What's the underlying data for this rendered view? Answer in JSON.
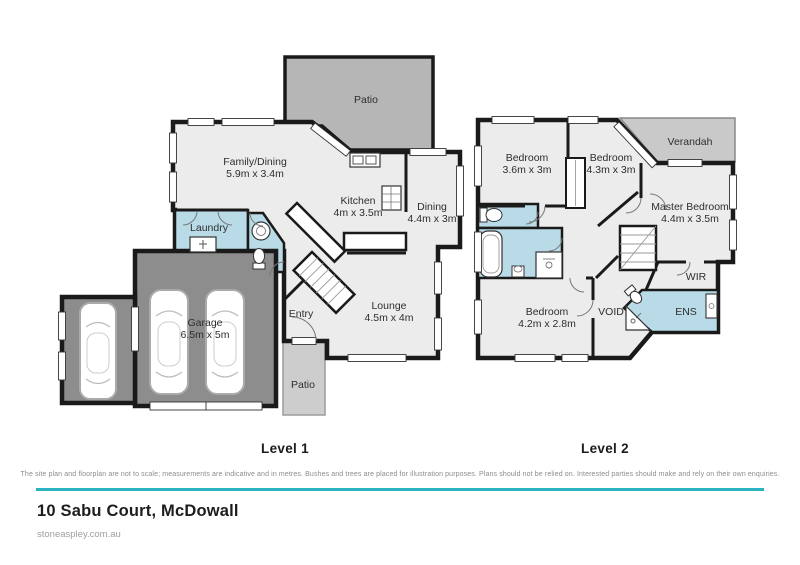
{
  "colors": {
    "walls": "#1a1a1a",
    "floor": "#ececec",
    "wet": "#b9dbe7",
    "garage": "#8d8d8d",
    "patio_top": "#b6b6b6",
    "patio_bottom": "#cdcdcd",
    "verandah": "#c9c9c9",
    "accent": "#2bb3c0"
  },
  "level1": {
    "title": "Level 1",
    "rooms": [
      {
        "name": "Patio",
        "dims": ""
      },
      {
        "name": "Family/Dining",
        "dims": "5.9m x 3.4m"
      },
      {
        "name": "Kitchen",
        "dims": "4m x 3.5m"
      },
      {
        "name": "Dining",
        "dims": "4.4m x 3m"
      },
      {
        "name": "Laundry",
        "dims": ""
      },
      {
        "name": "Garage",
        "dims": "6.5m x 5m"
      },
      {
        "name": "Entry",
        "dims": ""
      },
      {
        "name": "Lounge",
        "dims": "4.5m x 4m"
      },
      {
        "name": "Patio",
        "dims": ""
      }
    ]
  },
  "level2": {
    "title": "Level 2",
    "rooms": [
      {
        "name": "Bedroom",
        "dims": "3.6m x 3m"
      },
      {
        "name": "Bedroom",
        "dims": "4.3m x 3m"
      },
      {
        "name": "Verandah",
        "dims": ""
      },
      {
        "name": "Master Bedroom",
        "dims": "4.4m x 3.5m"
      },
      {
        "name": "Bedroom",
        "dims": "4.2m x 2.8m"
      },
      {
        "name": "VOID",
        "dims": ""
      },
      {
        "name": "WIR",
        "dims": ""
      },
      {
        "name": "ENS",
        "dims": ""
      }
    ]
  },
  "footer": {
    "disclaimer": "The site plan and floorplan are not to scale; measurements are indicative and in metres. Bushes and trees are placed for illustration purposes. Plans should not be relied on. Interested parties should make and rely on their own enquiries.",
    "address": "10 Sabu Court, McDowall",
    "website": "stoneaspley.com.au"
  }
}
